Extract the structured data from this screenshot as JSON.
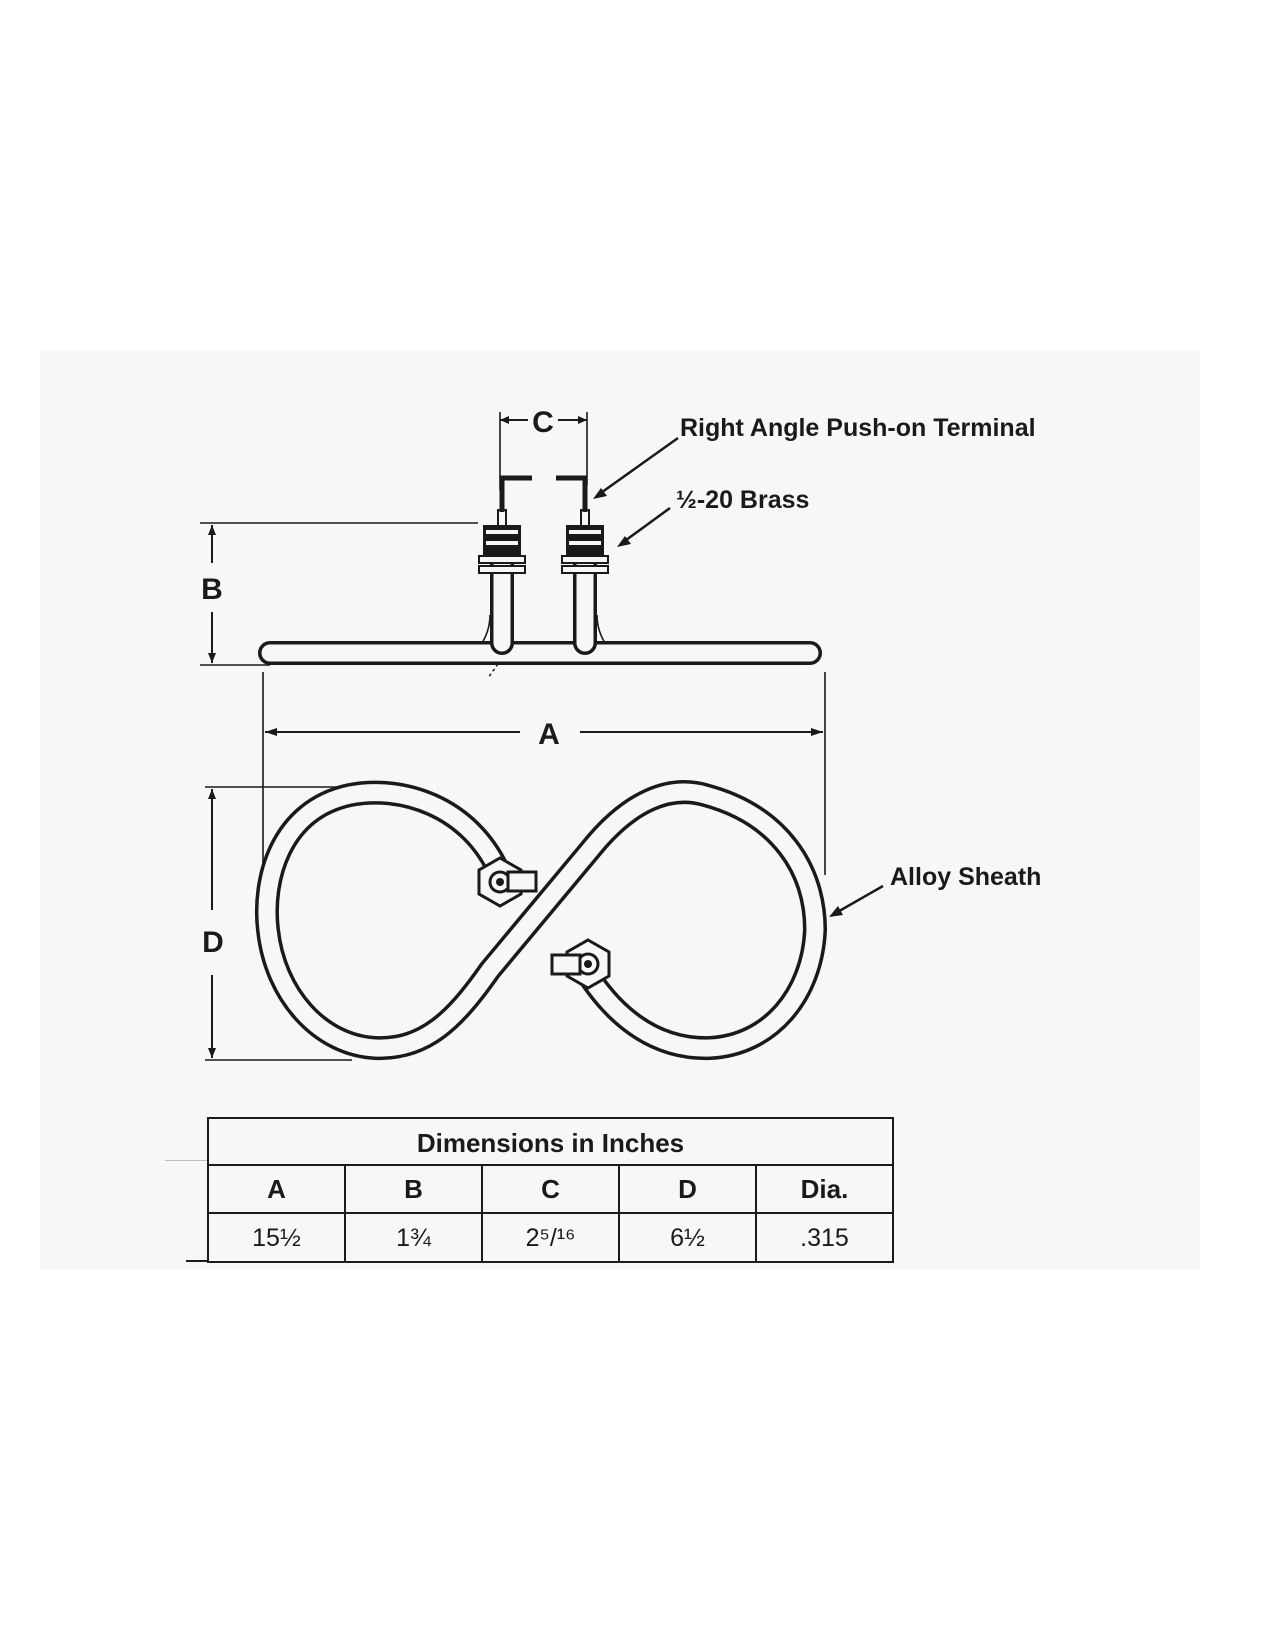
{
  "labels": {
    "terminal": "Right Angle Push-on Terminal",
    "brass": "½-20 Brass",
    "sheath": "Alloy Sheath",
    "dim_a": "A",
    "dim_b": "B",
    "dim_c": "C",
    "dim_d": "D"
  },
  "table": {
    "title": "Dimensions in Inches",
    "headers": [
      "A",
      "B",
      "C",
      "D",
      "Dia."
    ],
    "values": [
      "15½",
      "1¾",
      "2⁵/¹⁶",
      "6½",
      ".315"
    ]
  },
  "colors": {
    "ink": "#1a1a1a",
    "paper": "#f7f7f6"
  }
}
